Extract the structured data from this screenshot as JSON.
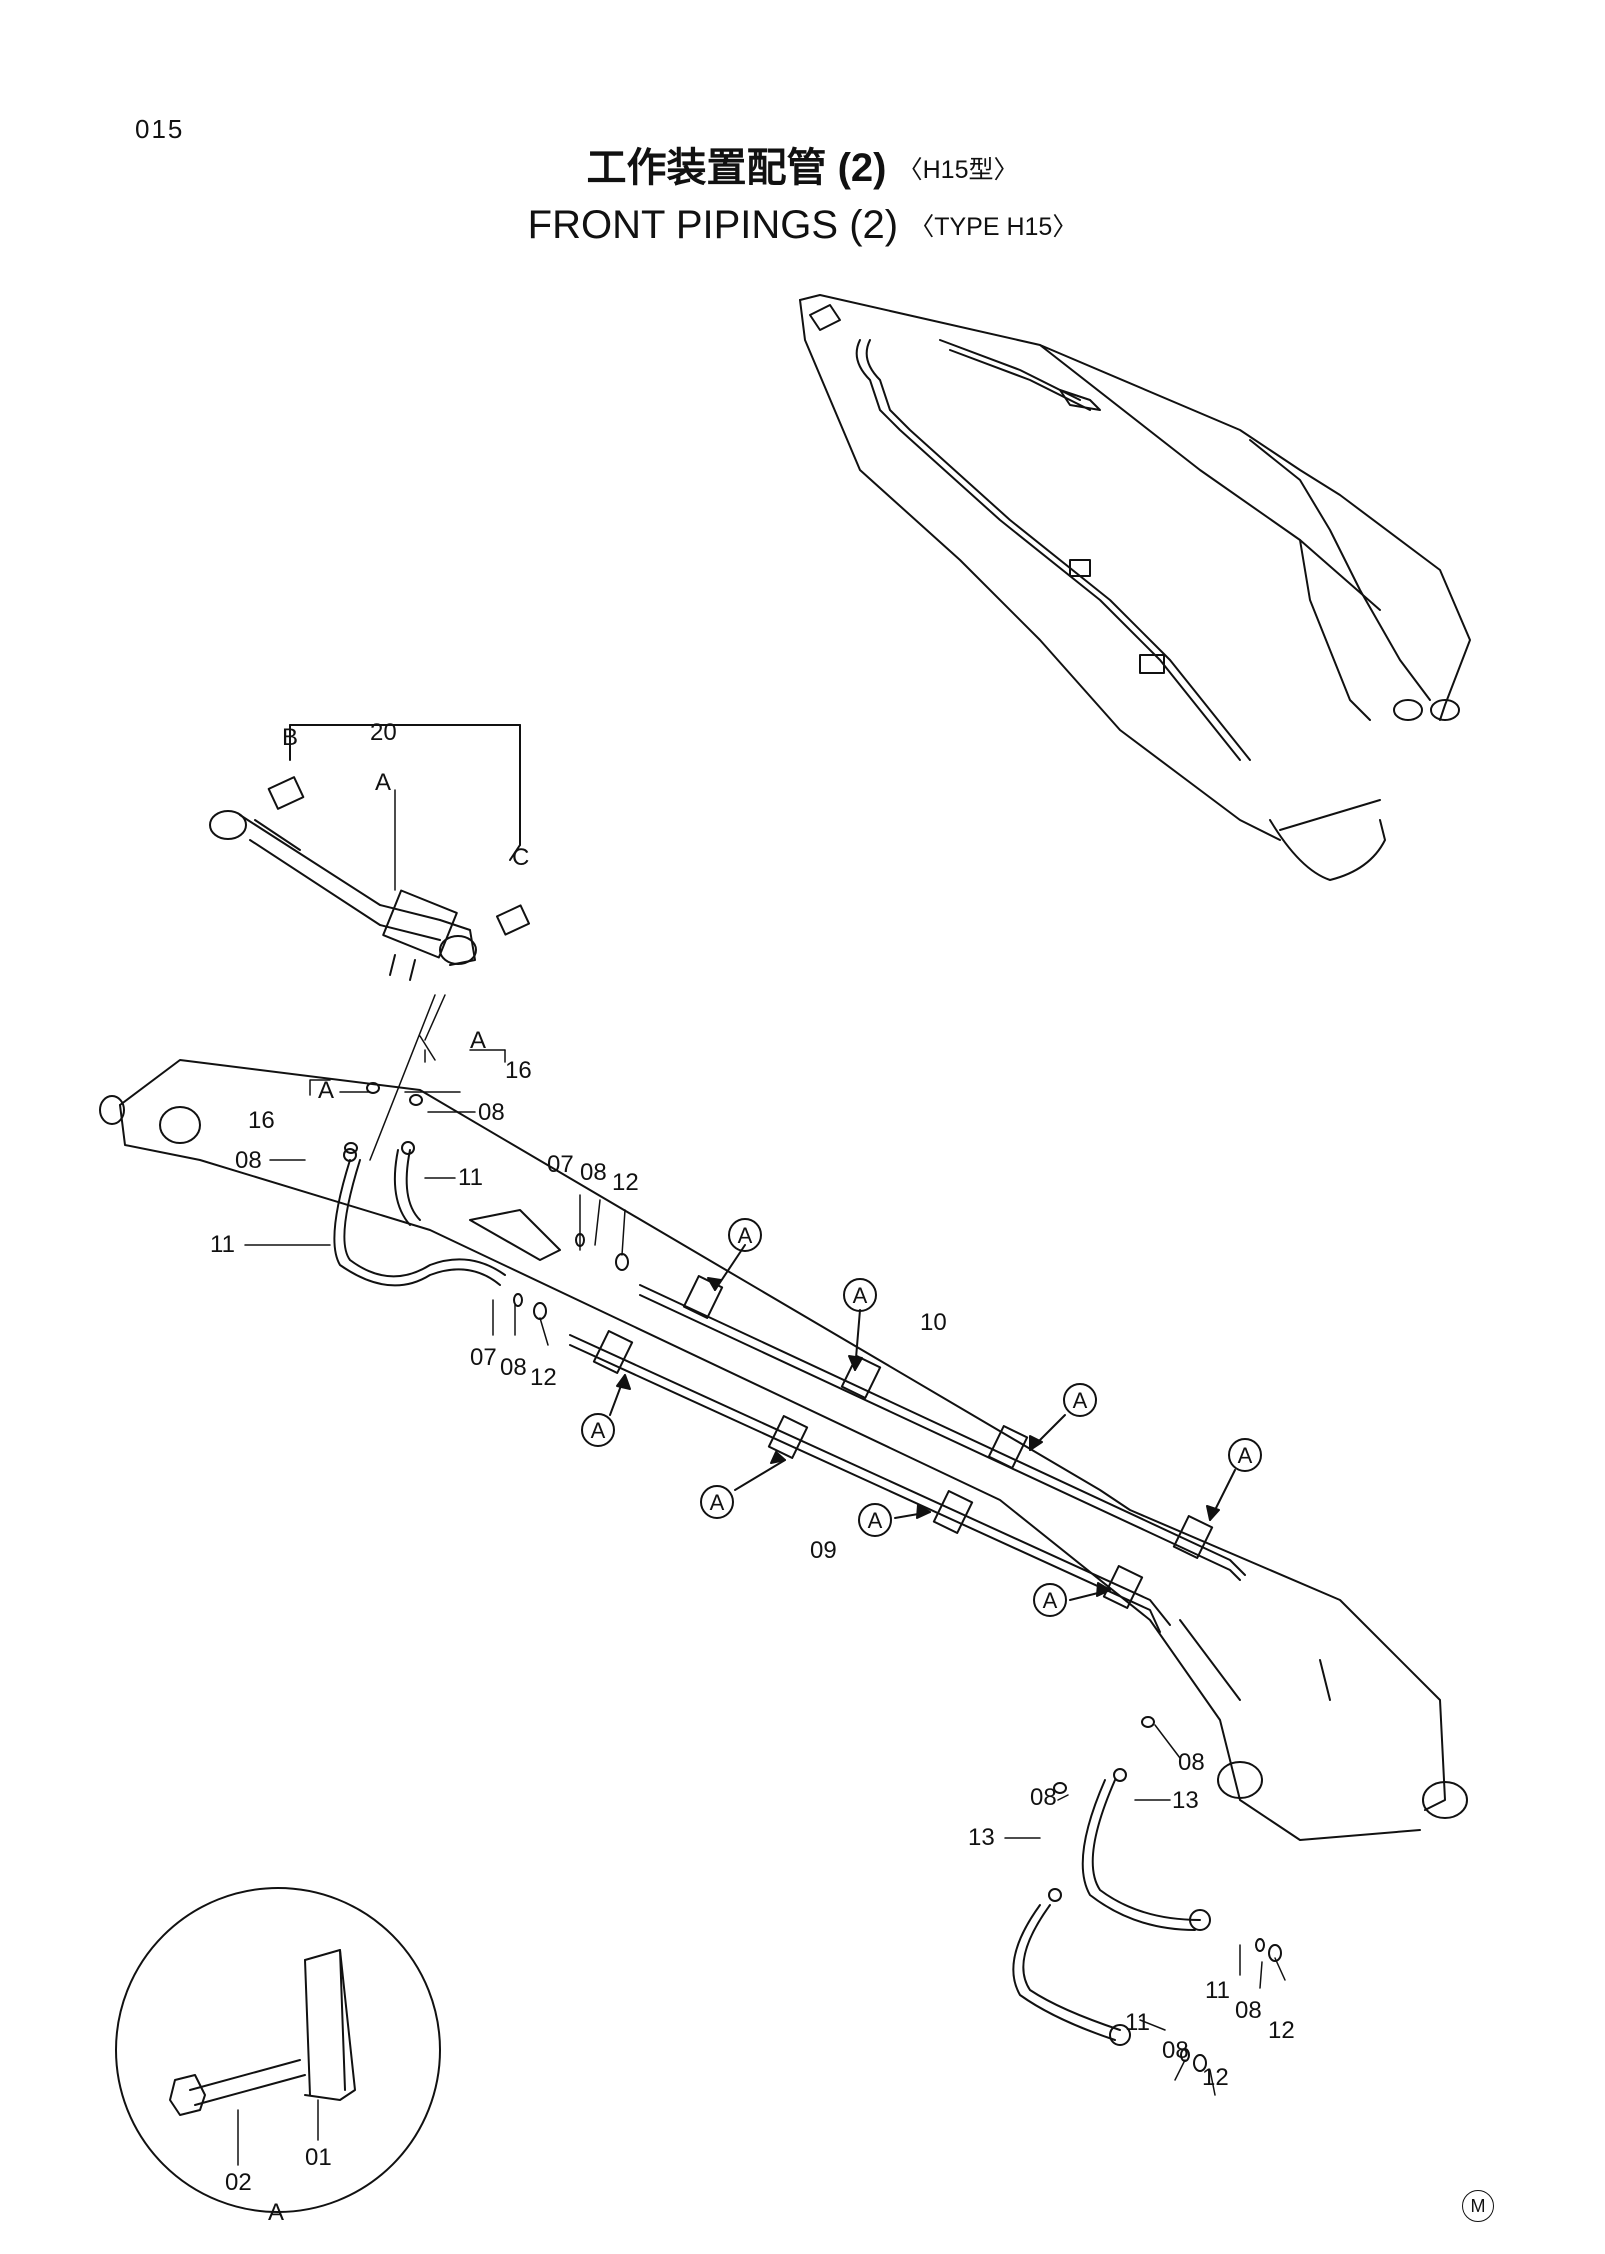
{
  "page": {
    "number": "015",
    "title_jp": "工作装置配管 (2)",
    "title_jp_tag": "〈H15型〉",
    "title_en": "FRONT  PIPINGS (2)",
    "title_en_tag": "〈TYPE  H15〉",
    "corner_mark": "M"
  },
  "callouts": {
    "detail_A": "A",
    "view_B": "B",
    "view_C": "C",
    "assembly": "20"
  },
  "part_numbers": {
    "p01": "01",
    "p02": "02",
    "p07": "07",
    "p08": "08",
    "p09": "09",
    "p10": "10",
    "p11": "11",
    "p12": "12",
    "p13": "13",
    "p16": "16",
    "p20": "20"
  }
}
